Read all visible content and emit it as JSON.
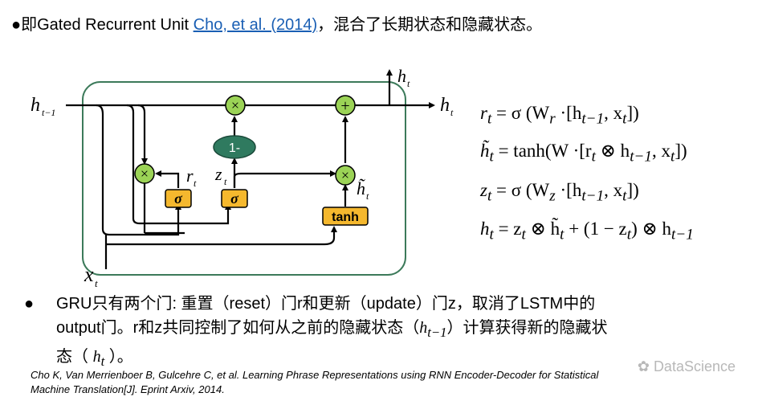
{
  "header": {
    "bullet": "●",
    "prefix": "即Gated Recurrent Unit ",
    "link": "Cho, et al. (2014)",
    "suffix": "，混合了长期状态和隐藏状态。"
  },
  "diagram": {
    "labels": {
      "h_prev": "h",
      "h_prev_sub": "t−1",
      "h_out_right": "h",
      "h_out_right_sub": "t",
      "h_out_top": "h",
      "h_out_top_sub": "t",
      "x_in": "x",
      "x_in_sub": "t",
      "r": "r",
      "r_sub": "t",
      "z": "z",
      "z_sub": "t",
      "h_tilde": "h̃",
      "h_tilde_sub": "t"
    },
    "nodes": {
      "times": "×",
      "plus": "+",
      "one_minus": "1-",
      "sigma": "σ",
      "tanh": "tanh"
    },
    "colors": {
      "op_circle": "#9bd356",
      "gate_box": "#f5b82e",
      "one_minus": "#2f7a5f",
      "frame": "#3c7a5a"
    }
  },
  "equations": {
    "eq1": "r",
    "eq1_sub": "t",
    "eq1_rhs": " = σ (W",
    "eq1_w_sub": "r",
    "eq1_tail": " ·[h",
    "eq1_h_sub": "t−1",
    "eq1_end": ", x",
    "eq1_x_sub": "t",
    "eq1_close": "])",
    "eq2": "h̃",
    "eq2_sub": "t",
    "eq2_rhs": " = tanh(W ·[r",
    "eq2_r_sub": "t",
    "eq2_mid": " ⊗ h",
    "eq2_h_sub": "t−1",
    "eq2_end": ", x",
    "eq2_x_sub": "t",
    "eq2_close": "])",
    "eq3": "z",
    "eq3_sub": "t",
    "eq3_rhs": " = σ (W",
    "eq3_w_sub": "z",
    "eq3_tail": " ·[h",
    "eq3_h_sub": "t−1",
    "eq3_end": ", x",
    "eq3_x_sub": "t",
    "eq3_close": "])",
    "eq4": "h",
    "eq4_sub": "t",
    "eq4_rhs": " = z",
    "eq4_z_sub": "t",
    "eq4_mid": " ⊗ h̃",
    "eq4_ht_sub": "t",
    "eq4_plus": " + (1 − z",
    "eq4_z2_sub": "t",
    "eq4_end": ") ⊗ h",
    "eq4_h_sub": "t−1"
  },
  "body": {
    "bullet": "●",
    "line1": "GRU只有两个门: 重置（reset）门r和更新（update）门z，取消了LSTM中的",
    "line2a": "output门。r和z共同控制了如何从之前的隐藏状态（",
    "line2_math": "h",
    "line2_sub": "t−1",
    "line2b": "）计算获得新的隐藏状",
    "line3a": "态（ ",
    "line3_math": "h",
    "line3_sub": "t",
    "line3b": " ）。"
  },
  "citation": {
    "line1": "Cho K, Van Merrienboer B, Gulcehre C, et al. Learning Phrase Representations using RNN Encoder-Decoder for Statistical",
    "line2": "Machine Translation[J]. Eprint Arxiv, 2014."
  },
  "watermark": "DataScience"
}
